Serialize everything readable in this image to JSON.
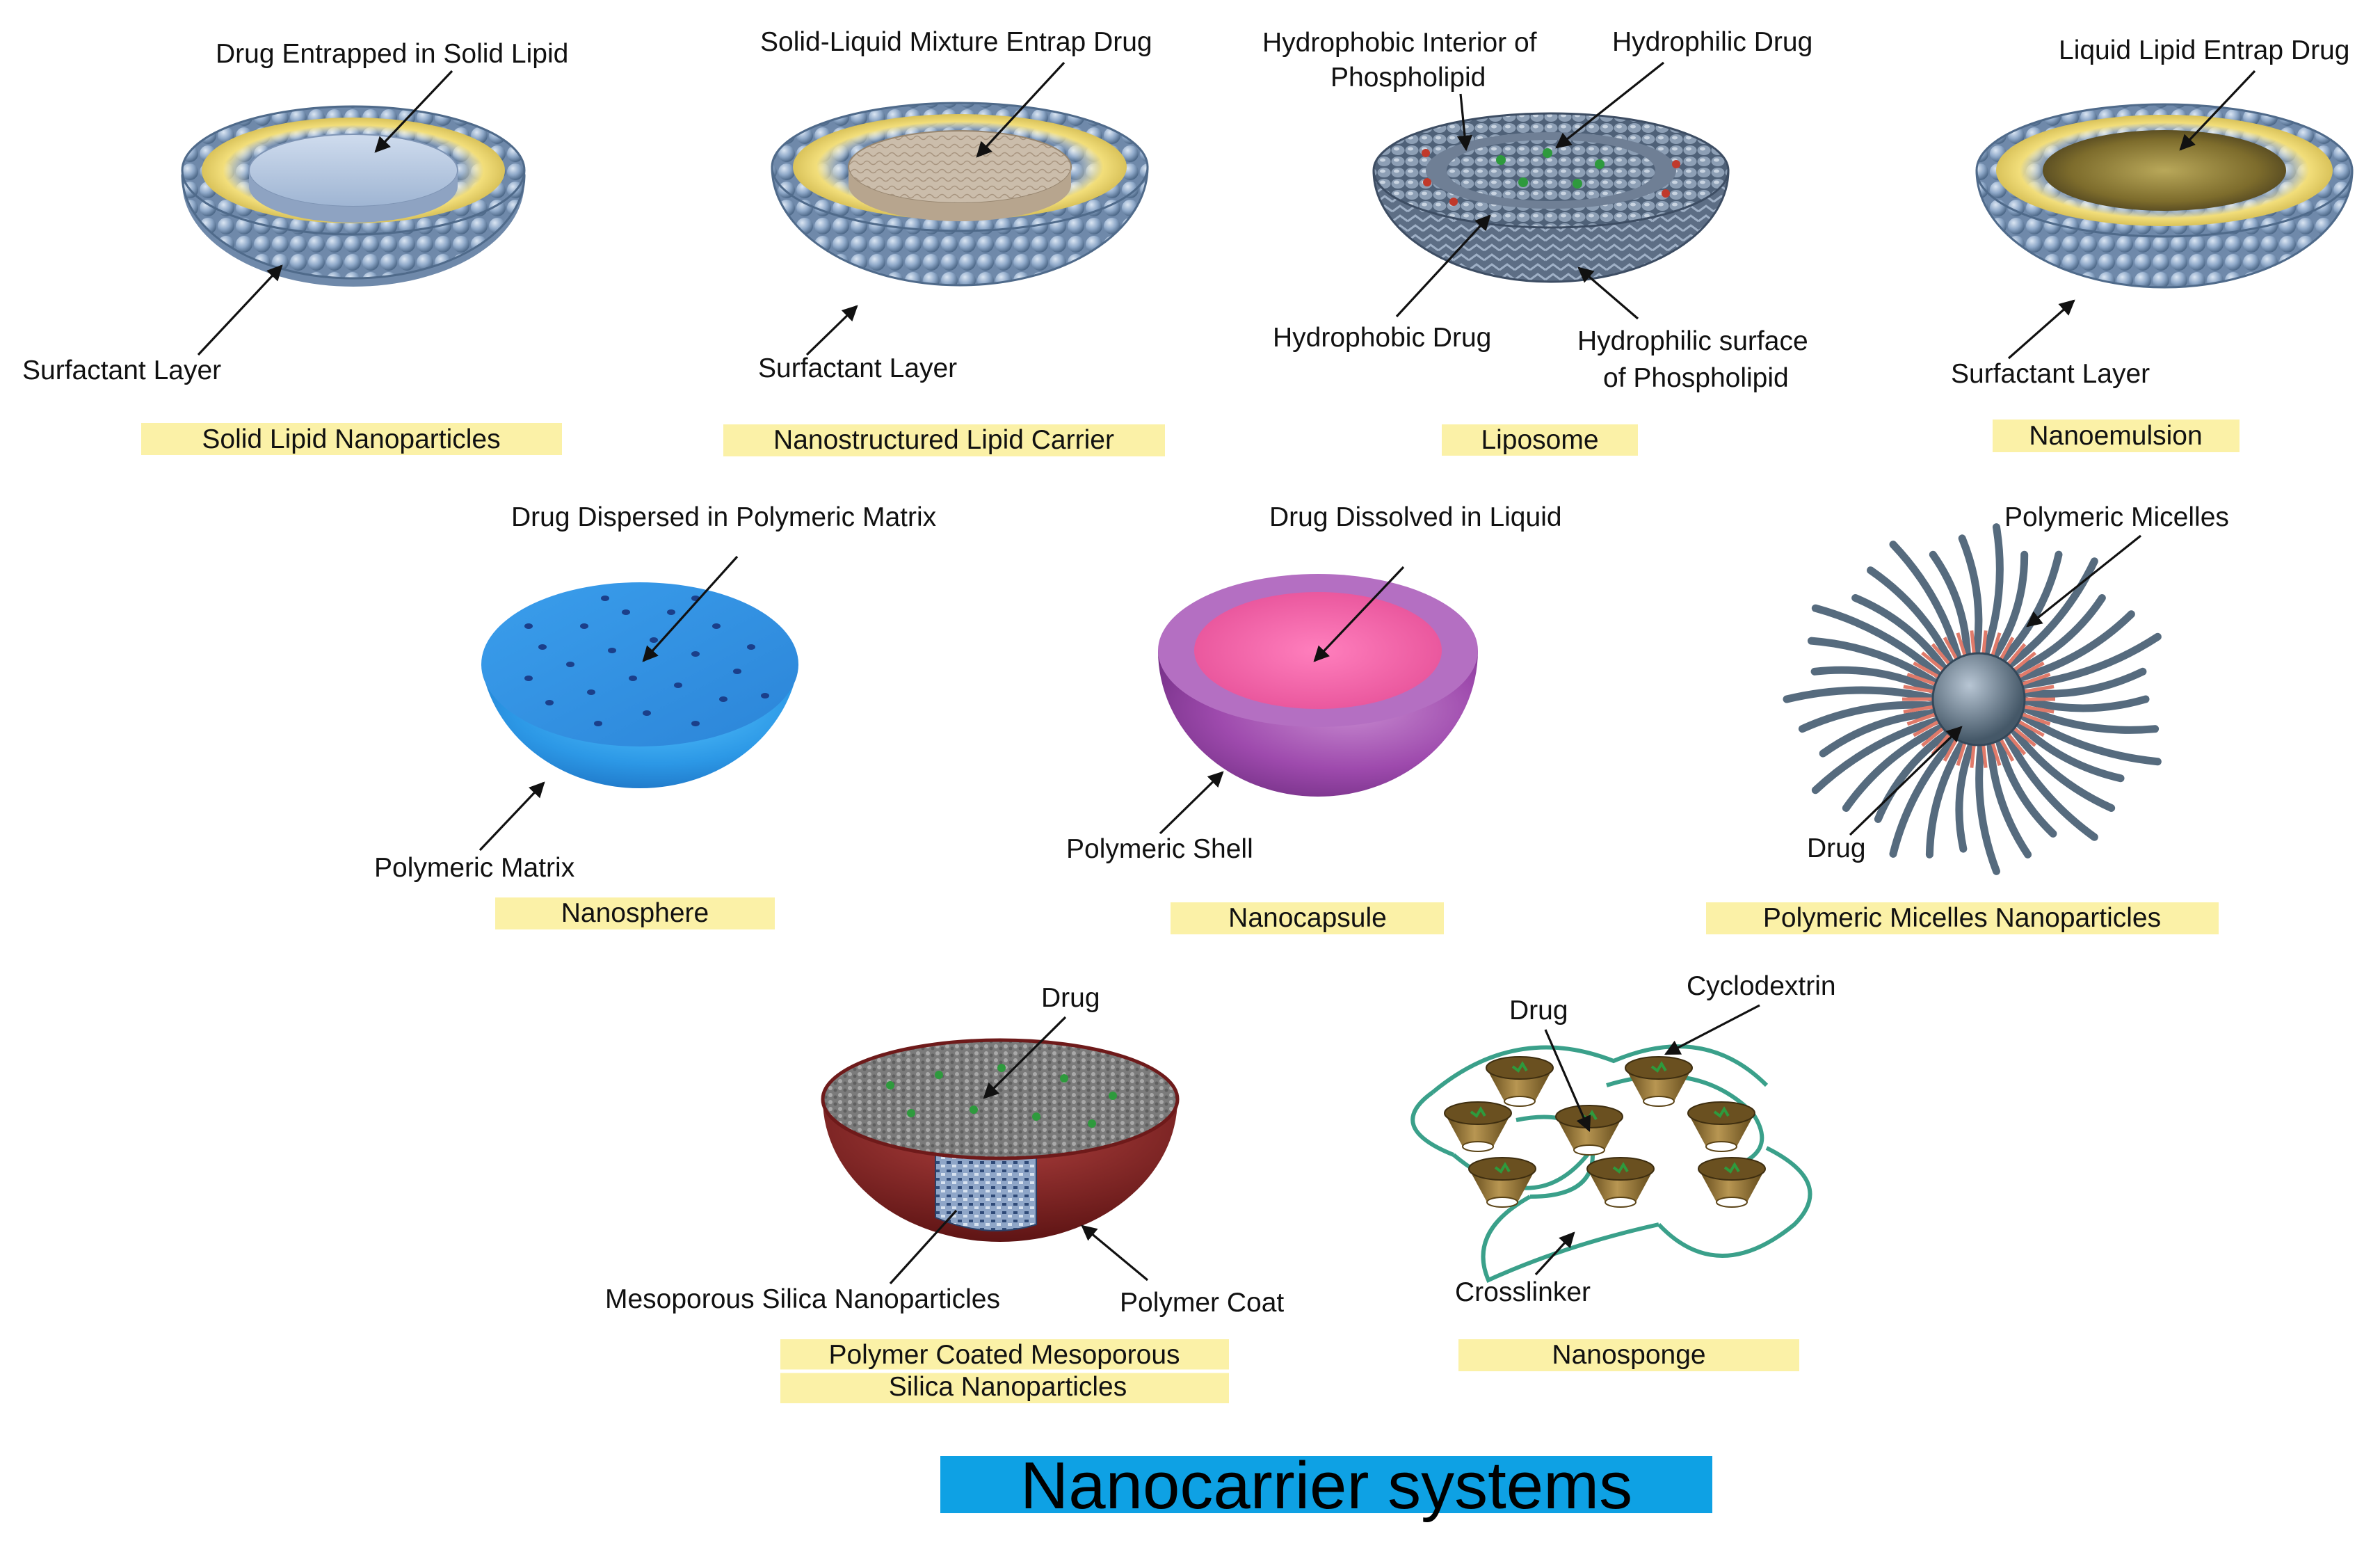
{
  "title": "Nanocarrier systems",
  "colors": {
    "caption_highlight": "#fbf1a7",
    "title_banner": "#0ea1e4",
    "sphere_ball": "#8fa9c9",
    "sphere_ball_dark": "#5e7a9b",
    "surfactant_tail": "#e8d36a",
    "solid_lipid_core": "#b9cce6",
    "nlc_core": "#cdbfae",
    "nanoemulsion_core": "#8a7a3a",
    "nanosphere": "#2f9fe8",
    "nanocapsule_shell": "#a24fb1",
    "nanocapsule_core": "#ec5fa4",
    "micelle_arm": "#566b7e",
    "micelle_core_tint": "#e07a6a",
    "silica_coat": "#7e1f1f",
    "silica_top": "#8c8c8c",
    "drug_green": "#2e9a3d",
    "cyclodextrin": "#8a6a30",
    "crosslinker": "#3aa08a"
  },
  "panels": {
    "sln": {
      "caption": "Solid Lipid Nanoparticles",
      "label_top": "Drug Entrapped in Solid Lipid",
      "label_bottom": "Surfactant Layer"
    },
    "nlc": {
      "caption": "Nanostructured Lipid Carrier",
      "label_top": "Solid-Liquid Mixture Entrap Drug",
      "label_bottom": "Surfactant Layer"
    },
    "liposome": {
      "caption": "Liposome",
      "label_interior_1": "Hydrophobic Interior of",
      "label_interior_2": "Phospholipid",
      "label_hydrophilic_drug": "Hydrophilic Drug",
      "label_hydrophobic_drug": "Hydrophobic Drug",
      "label_surface_1": "Hydrophilic  surface",
      "label_surface_2": "of  Phospholipid"
    },
    "nanoemulsion": {
      "caption": "Nanoemulsion",
      "label_top": "Liquid Lipid Entrap Drug",
      "label_bottom": "Surfactant Layer"
    },
    "nanosphere": {
      "caption": "Nanosphere",
      "label_top": "Drug Dispersed in Polymeric Matrix",
      "label_bottom": "Polymeric Matrix"
    },
    "nanocapsule": {
      "caption": "Nanocapsule",
      "label_top": "Drug Dissolved in Liquid",
      "label_bottom": "Polymeric Shell"
    },
    "micelle": {
      "caption": "Polymeric Micelles Nanoparticles",
      "label_top": "Polymeric Micelles",
      "label_bottom": "Drug"
    },
    "silica": {
      "caption_1": "Polymer Coated Mesoporous",
      "caption_2": "Silica Nanoparticles",
      "label_top": "Drug",
      "label_left": "Mesoporous Silica Nanoparticles",
      "label_right": "Polymer Coat"
    },
    "nanosponge": {
      "caption": "Nanosponge",
      "label_drug": "Drug",
      "label_cyclodextrin": "Cyclodextrin",
      "label_crosslinker": "Crosslinker"
    }
  }
}
